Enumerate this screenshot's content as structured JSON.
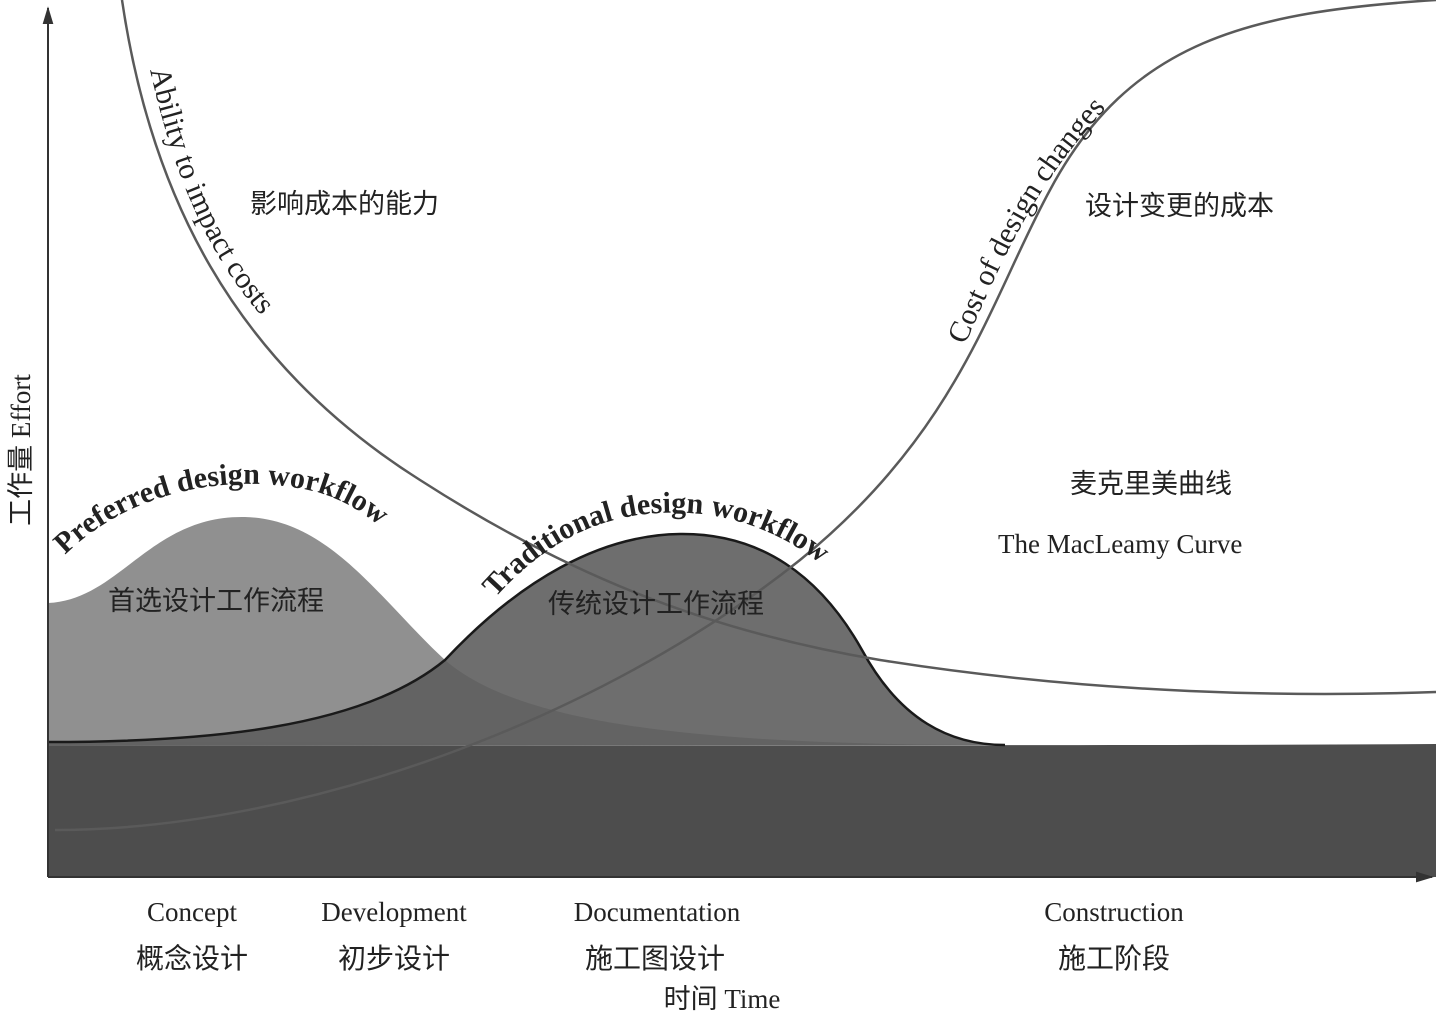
{
  "axes": {
    "y_label": "工作量 Effort",
    "x_label": "时间 Time"
  },
  "curves": {
    "ability": "Ability to impact costs",
    "cost": "Cost of design changes",
    "preferred": "Preferred design workflow",
    "traditional": "Traditional design workflow"
  },
  "labels": {
    "ability_zh": "影响成本的能力",
    "cost_zh": "设计变更的成本",
    "preferred_zh": "首选设计工作流程",
    "traditional_zh": "传统设计工作流程",
    "title_zh": "麦克里美曲线",
    "title_en": "The MacLeamy Curve"
  },
  "phases": [
    {
      "en": "Concept",
      "zh": "概念设计"
    },
    {
      "en": "Development",
      "zh": "初步设计"
    },
    {
      "en": "Documentation",
      "zh": "施工图设计"
    },
    {
      "en": "Construction",
      "zh": "施工阶段"
    }
  ],
  "colors": {
    "base_band": "#4d4d4d",
    "preferred_fill": "#8a8a8a",
    "traditional_fill": "#5e5e5e",
    "line": "#555555"
  }
}
